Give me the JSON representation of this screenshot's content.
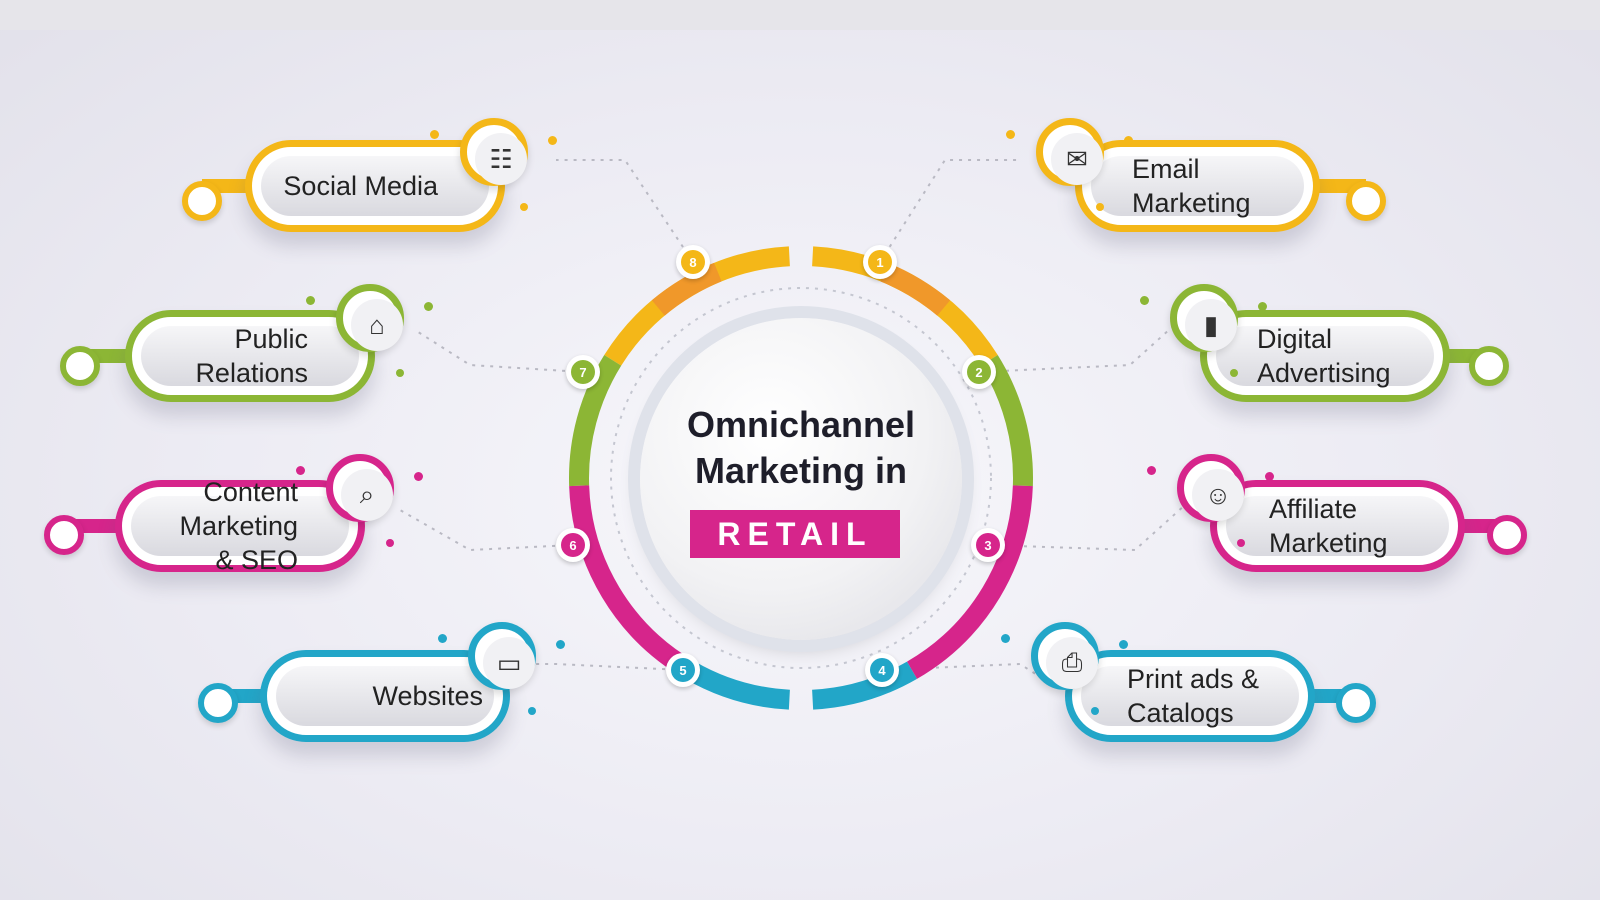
{
  "diagram": {
    "center": {
      "title": "Omnichannel\nMarketing in",
      "highlight": "RETAIL",
      "highlight_color": "#d6258b"
    },
    "channels": [
      {
        "number": "1",
        "label": "Email\nMarketing",
        "icon": "envelope-megaphone-icon",
        "color": "#f4b718"
      },
      {
        "number": "2",
        "label": "Digital\nAdvertising",
        "icon": "mobile-ad-icon",
        "color": "#8cb635"
      },
      {
        "number": "3",
        "label": "Affiliate\nMarketing",
        "icon": "affiliate-people-icon",
        "color": "#d6258b"
      },
      {
        "number": "4",
        "label": "Print ads &\nCatalogs",
        "icon": "printer-ad-icon",
        "color": "#22a6c8"
      },
      {
        "number": "5",
        "label": "Websites",
        "icon": "monitor-icon",
        "color": "#22a6c8"
      },
      {
        "number": "6",
        "label": "Content\nMarketing\n& SEO",
        "icon": "magnifier-content-icon",
        "color": "#d6258b"
      },
      {
        "number": "7",
        "label": "Public\nRelations",
        "icon": "handshake-icon",
        "color": "#8cb635"
      },
      {
        "number": "8",
        "label": "Social Media",
        "icon": "megaphone-chat-icon",
        "color": "#f4b718"
      }
    ],
    "ring_colors": {
      "top": "#f4b718",
      "right_upper": "#8cb635",
      "right_lower": "#d6258b",
      "bottom": "#22a6c8",
      "accent_orange": "#f0982a"
    }
  }
}
